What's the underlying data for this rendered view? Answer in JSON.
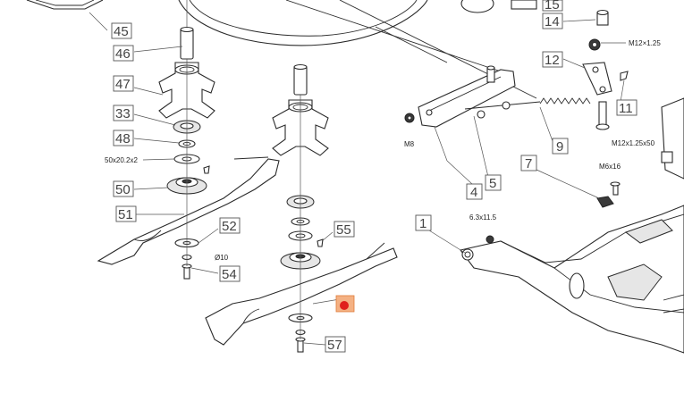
{
  "labels": [
    {
      "id": "45",
      "text": "45"
    },
    {
      "id": "46",
      "text": "46"
    },
    {
      "id": "47",
      "text": "47"
    },
    {
      "id": "33",
      "text": "33"
    },
    {
      "id": "48",
      "text": "48"
    },
    {
      "id": "50",
      "text": "50"
    },
    {
      "id": "51",
      "text": "51"
    },
    {
      "id": "52",
      "text": "52"
    },
    {
      "id": "54",
      "text": "54"
    },
    {
      "id": "55",
      "text": "55"
    },
    {
      "id": "57",
      "text": "57"
    },
    {
      "id": "15",
      "text": "15"
    },
    {
      "id": "14",
      "text": "14"
    },
    {
      "id": "12",
      "text": "12"
    },
    {
      "id": "11",
      "text": "11"
    },
    {
      "id": "9",
      "text": "9"
    },
    {
      "id": "7",
      "text": "7"
    },
    {
      "id": "5",
      "text": "5"
    },
    {
      "id": "4",
      "text": "4"
    },
    {
      "id": "1",
      "text": "1"
    }
  ],
  "specs": {
    "m12x125": "M12×1.25",
    "m12x125x50": "M12x1.25x50",
    "m8": "M8",
    "m6x16": "M6x16",
    "s63x115": "6.3x11.5",
    "washer": "50x20.2x2",
    "phi10": "Ø10"
  },
  "colors": {
    "highlight": "#f4b183",
    "pointer": "#e0201c"
  }
}
